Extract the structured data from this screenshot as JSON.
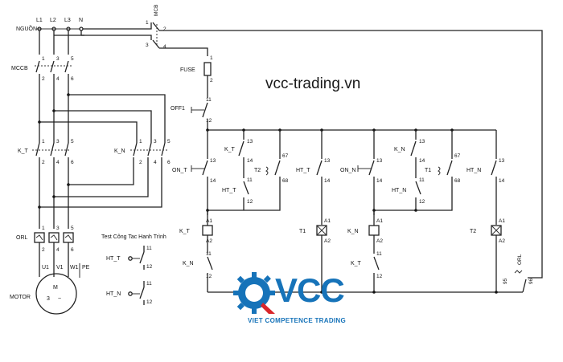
{
  "watermark": "vcc-trading.vn",
  "logo": {
    "brand": "VCC",
    "subtitle": "VIET COMPETENCE TRADING",
    "primary_color": "#1673b9",
    "accent_color": "#d9262b"
  },
  "labels": {
    "nguon": "NGUỒN",
    "l1": "L1",
    "l2": "L2",
    "l3": "L3",
    "n": "N",
    "mcb": "MCB",
    "mccb": "MCCB",
    "fuse": "FUSE",
    "off1": "OFF1",
    "kt": "K_T",
    "kn": "K_N",
    "orl": "ORL",
    "u1": "U1",
    "v1": "V1",
    "w1": "W1",
    "pe": "PE",
    "motor": "MOTOR",
    "m": "M",
    "test_title": "Test Công Tac Hanh Trình",
    "ht_t": "HT_T",
    "ht_n": "HT_N",
    "on_t": "ON_T",
    "on_n": "ON_N",
    "t1": "T1",
    "t2": "T2",
    "a1": "A1",
    "a2": "A2",
    "orl_v": "ORL",
    "n1": "1",
    "n2": "2",
    "n3": "3",
    "n4": "4",
    "n5": "5",
    "n6": "6",
    "n11": "11",
    "n12": "12",
    "n13": "13",
    "n14": "14",
    "n67": "67",
    "n68": "68",
    "n95": "95",
    "n96": "96",
    "three": "3",
    "tilde": "~"
  }
}
